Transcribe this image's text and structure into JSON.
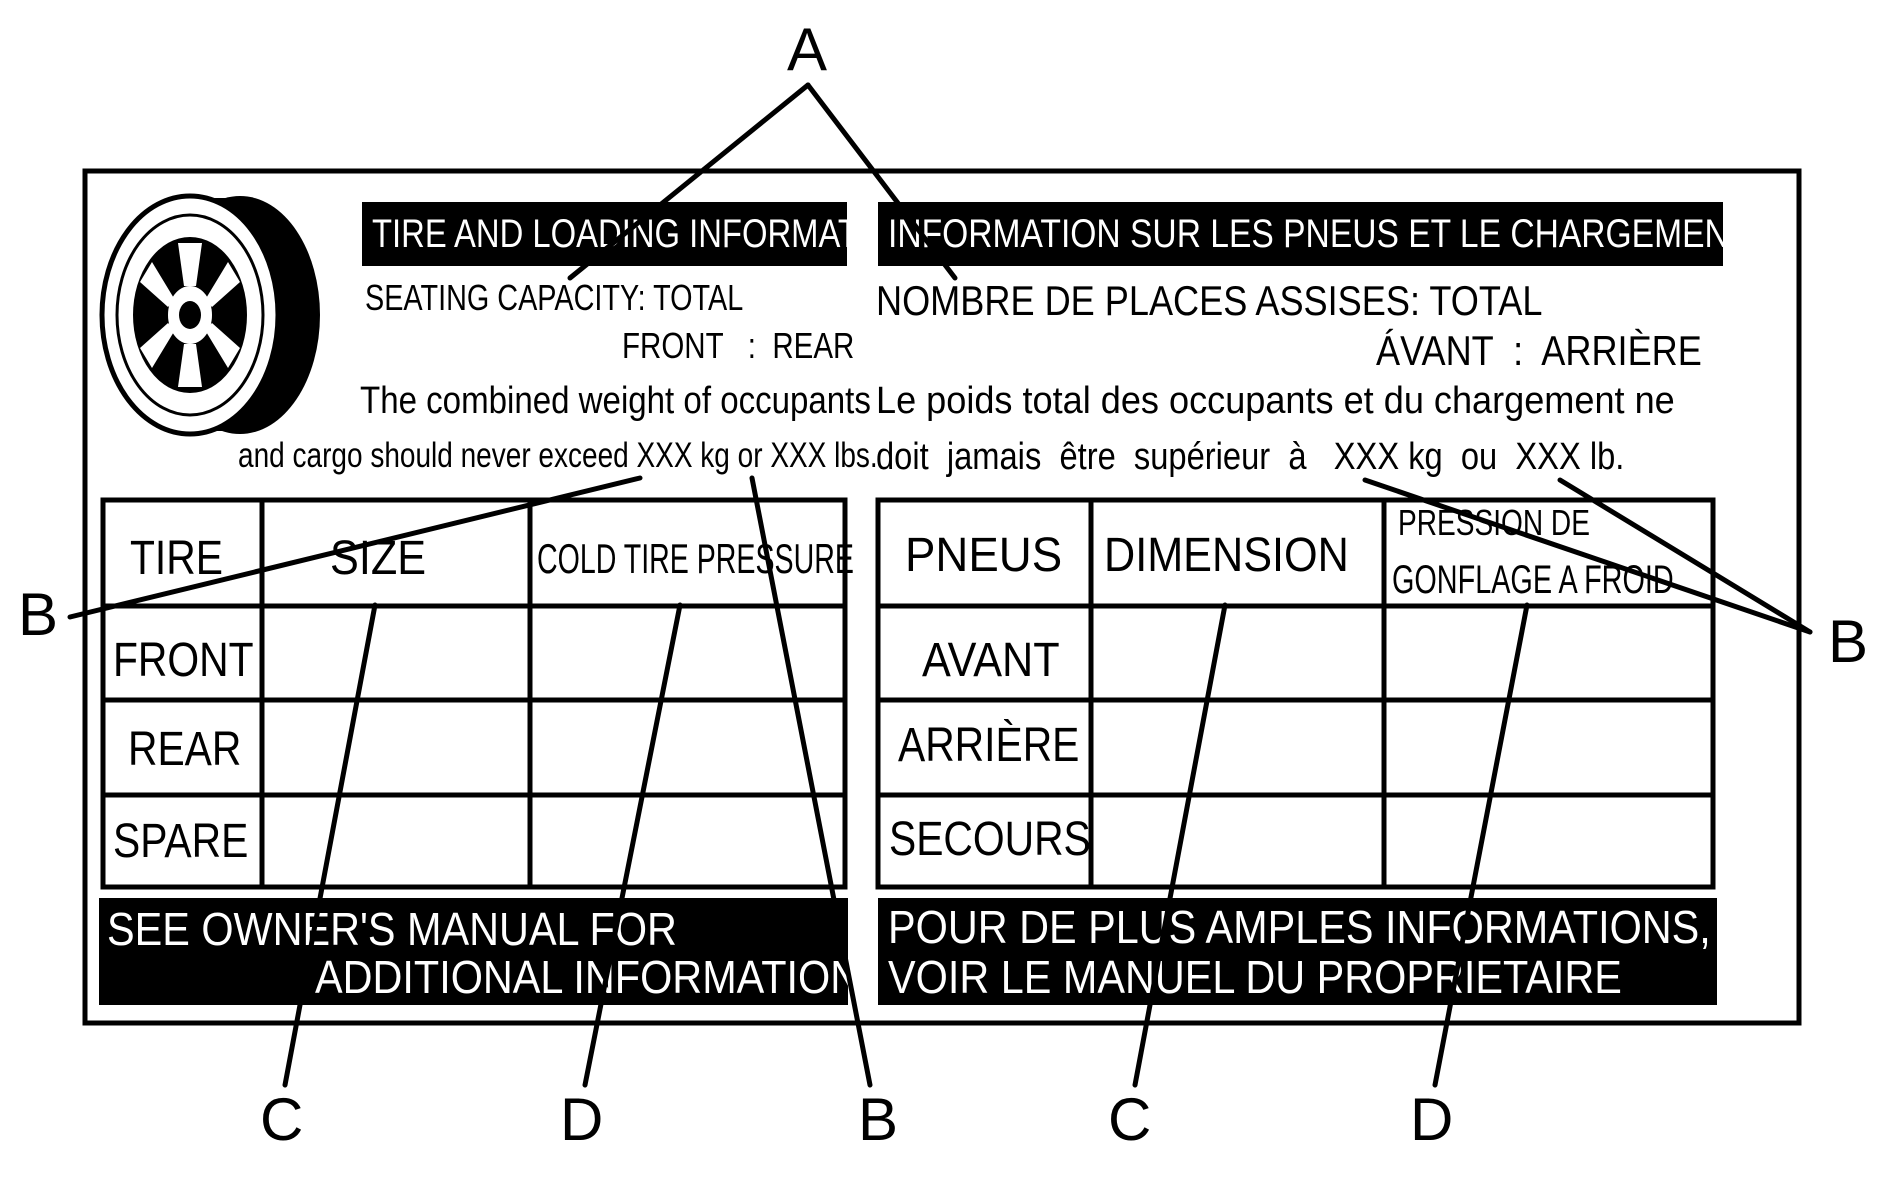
{
  "callouts": {
    "a": "A",
    "b": "B",
    "c": "C",
    "d": "D"
  },
  "english": {
    "header": "TIRE AND LOADING INFORMATION",
    "seating_capacity": "SEATING CAPACITY: TOTAL",
    "front_rear": "FRONT   :  REAR",
    "weight_line1": "The combined weight of occupants",
    "weight_line2": "and cargo should never exceed XXX kg or XXX lbs.",
    "table": {
      "headers": [
        "TIRE",
        "SIZE",
        "COLD TIRE PRESSURE"
      ],
      "rows": [
        "FRONT",
        "REAR",
        "SPARE"
      ]
    },
    "footer_line1": "SEE OWNER'S MANUAL FOR",
    "footer_line2": "ADDITIONAL INFORMATION"
  },
  "french": {
    "header": "INFORMATION SUR LES PNEUS ET LE CHARGEMENT",
    "seating_capacity": "NOMBRE DE PLACES ASSISES: TOTAL",
    "front_rear": "ÁVANT  :  ARRIÈRE",
    "weight_line1": "Le poids total des occupants et du chargement ne",
    "weight_line2": "doit  jamais  être  supérieur  à   XXX kg  ou  XXX lb.",
    "table": {
      "headers": [
        "PNEUS",
        "DIMENSION",
        "PRESSION DE",
        "GONFLAGE A FROID"
      ],
      "rows": [
        "AVANT",
        "ARRIÈRE",
        "SECOURS"
      ]
    },
    "footer_line1": "POUR DE PLUS AMPLES INFORMATIONS,",
    "footer_line2": "VOIR LE MANUEL DU PROPRIETAIRE"
  }
}
